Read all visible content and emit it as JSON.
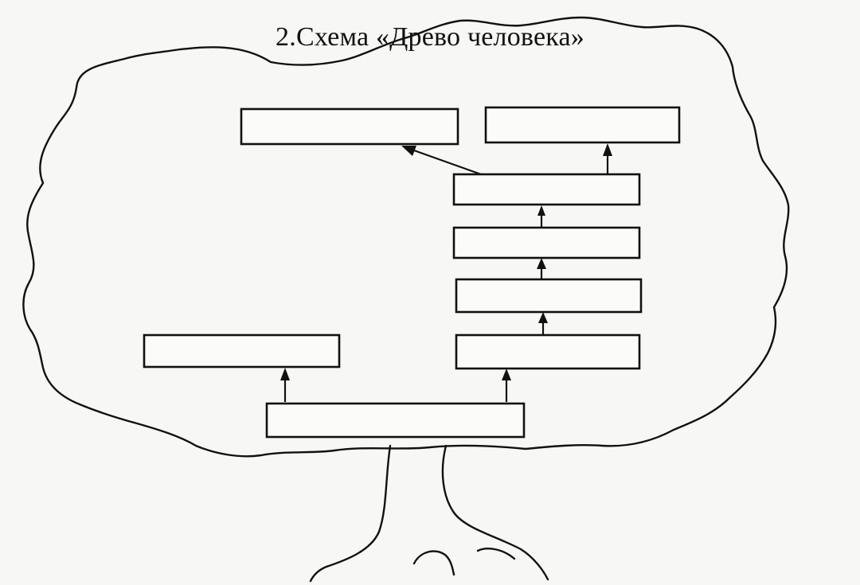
{
  "document": {
    "title": "2.Схема «Древо человека»"
  },
  "diagram": {
    "boxes": [
      {
        "id": "top-left",
        "text": ""
      },
      {
        "id": "top-right",
        "text": ""
      },
      {
        "id": "right-1",
        "text": ""
      },
      {
        "id": "right-2",
        "text": ""
      },
      {
        "id": "right-3",
        "text": ""
      },
      {
        "id": "right-4",
        "text": ""
      },
      {
        "id": "left-branch",
        "text": ""
      },
      {
        "id": "base",
        "text": ""
      }
    ]
  }
}
